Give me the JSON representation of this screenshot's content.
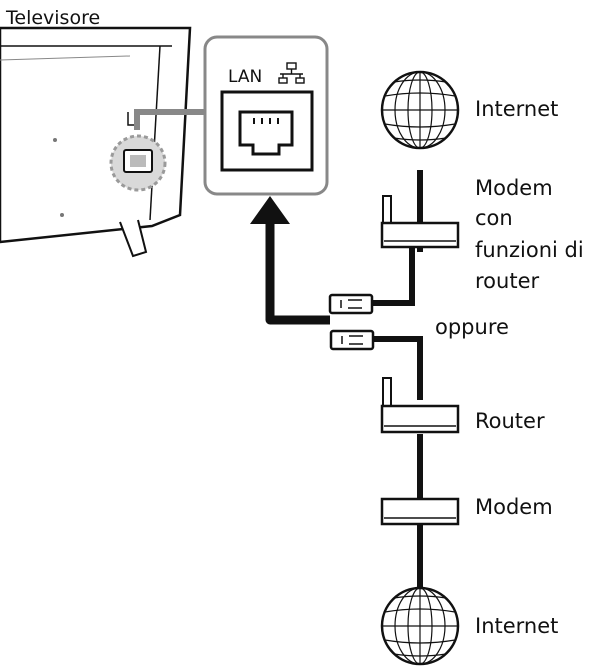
{
  "labels": {
    "tv": "Televisore",
    "lan": "LAN",
    "internet_top": "Internet",
    "modem_router_1": "Modem",
    "modem_router_2": "con",
    "modem_router_3": "funzioni di",
    "modem_router_4": "router",
    "or": "oppure",
    "router": "Router",
    "modem": "Modem",
    "internet_bottom": "Internet"
  },
  "icons": {
    "globe": "globe-icon",
    "lan_port": "ethernet-port-icon",
    "network": "network-icon",
    "connector": "rj45-connector-icon",
    "device": "router-device-icon"
  },
  "colors": {
    "line": "#111111",
    "panel_border": "#888888",
    "port_highlight": "#9a9a9a"
  }
}
